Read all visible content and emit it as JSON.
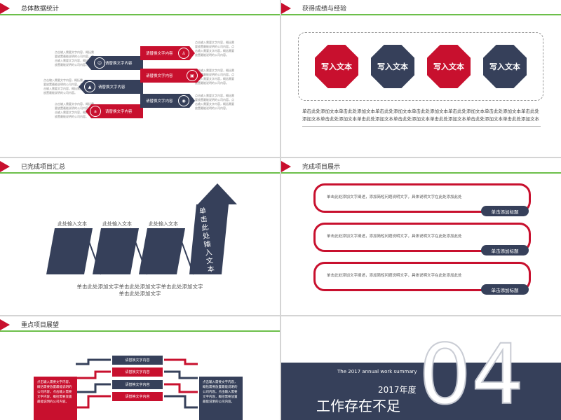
{
  "slide1": {
    "title": "总体数据统计",
    "banner_text": "请替换文字内容",
    "desc": "点击输入需要文字内容，概括需要放置最能说明的公司内容。点击输入需要文字内容，概括需要放置最能说明的公司内容。"
  },
  "slide2": {
    "title": "获得成绩与经验",
    "badge": "写入文本",
    "paragraph": "单击此处添加文本单击此处添加文本单击此处添加文本单击此处添加文本单击此处添加文本单击此处添加文本单击此处添加文本单击此处添加文本单击此处添加文本单击此处添加文本单击此处添加文本单击此处添加文本单击此处添加文本"
  },
  "slide3": {
    "title": "已完成项目汇总",
    "step_label": "此处输入文本",
    "arrow_text": "单击此处输入文本",
    "caption_1": "单击此处添加文字单击此处添加文字单击此处添加文字",
    "caption_2": "单击此处添加文字"
  },
  "slide4": {
    "title": "完成项目展示",
    "item_1_text": "单击此处添加文字阐述，添加简短问题说明文字，具体说明文字在此处添加此处",
    "item_2_text": "单击此处添加文字阐述，添加简短问题说明文字，具体说明文字在此处添加此处",
    "item_3_text": "单击此处添加文字阐述，添加简短问题说明文字，具体说明文字在此处添加此处",
    "tag": "单击添加标题"
  },
  "slide5": {
    "title": "重点项目展望",
    "box_text": "请替换文字内容",
    "desc": "点击输入需要文字内容，概括需要放置最能说明的公司内容。点击输入需要文字内容，概括需要放置最能说明的公司内容。"
  },
  "slide6": {
    "subtitle": "The 2017 annual work summary",
    "year": "2017年度",
    "heading": "工作存在不足",
    "number": "04"
  },
  "colors": {
    "red": "#c8102e",
    "navy": "#36405a",
    "green": "#6cbf4a"
  }
}
